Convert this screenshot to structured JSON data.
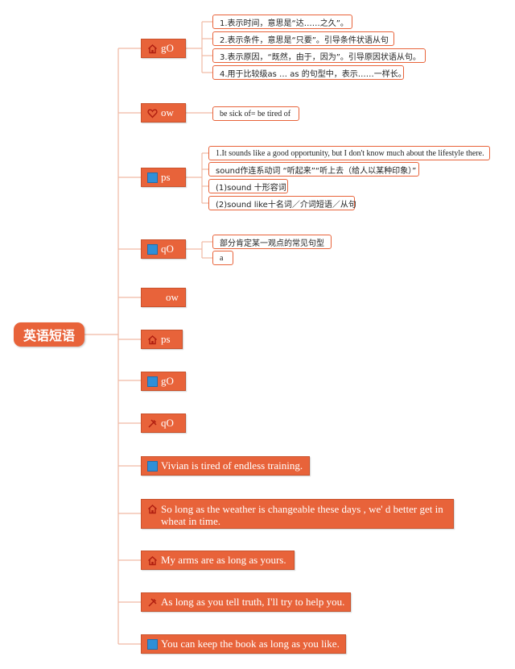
{
  "root": {
    "label": "英语短语"
  },
  "colors": {
    "accent": "#e8633a",
    "line": "#f0b9a3",
    "blue": "#2f8fd8"
  },
  "nodes": [
    {
      "label": "gO",
      "icon": "house-icon",
      "leaves": [
        "1.表示时间，意思是“达……之久”。",
        "2.表示条件，意思是“只要”。引导条件状语从句",
        "3.表示原因，“既然，由于，因为”。引导原因状语从句。",
        "4.用于比较级as … as 的句型中，表示……一样长。"
      ]
    },
    {
      "label": "ow",
      "icon": "heart-icon",
      "leaves": [
        "be sick of= be tired of"
      ]
    },
    {
      "label": "ps",
      "icon": "blue-square-icon",
      "leaves": [
        "1.It sounds like a good opportunity, but I don't know much about the lifestyle there.",
        "sound作连系动词 “听起来”“听上去（给人以某种印象）”",
        "(1)sound 十形容词",
        "(2)sound like十名词／介词短语／从句"
      ]
    },
    {
      "label": "qO",
      "icon": "blue-square-icon",
      "leaves": [
        "部分肯定某一观点的常见句型",
        "a"
      ]
    },
    {
      "label": "ow",
      "icon": "",
      "leaves": []
    },
    {
      "label": "ps",
      "icon": "house-icon",
      "leaves": []
    },
    {
      "label": "gO",
      "icon": "blue-square-icon",
      "leaves": []
    },
    {
      "label": "qO",
      "icon": "tools-icon",
      "leaves": []
    },
    {
      "label": "Vivian is tired of endless training.",
      "icon": "blue-square-icon",
      "leaves": []
    },
    {
      "label": "So long as the weather is changeable these days , we' d better get in wheat in time.",
      "icon": "house-icon",
      "leaves": []
    },
    {
      "label": "My arms are as long as yours.",
      "icon": "house-icon",
      "leaves": []
    },
    {
      "label": "As long as you tell truth, I'll try to help you.",
      "icon": "tools-icon",
      "leaves": []
    },
    {
      "label": "You can keep the book as long as you like.",
      "icon": "blue-square-icon",
      "leaves": []
    }
  ]
}
